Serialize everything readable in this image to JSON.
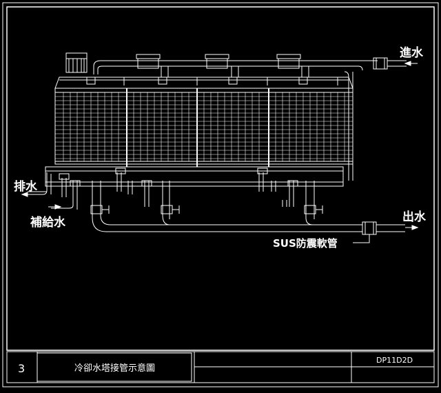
{
  "colors": {
    "background": "#000000",
    "line": "#ffffff"
  },
  "labels": {
    "inlet": "進水",
    "drain": "排水",
    "makeup": "補給水",
    "outlet": "出水",
    "flex_pipe": "SUS防震軟管"
  },
  "title_block": {
    "sheet_no": "3",
    "title": "冷卻水塔接管示意圖",
    "drawing_code": "DP11D2D"
  },
  "tower": {
    "cell_count": 4
  }
}
